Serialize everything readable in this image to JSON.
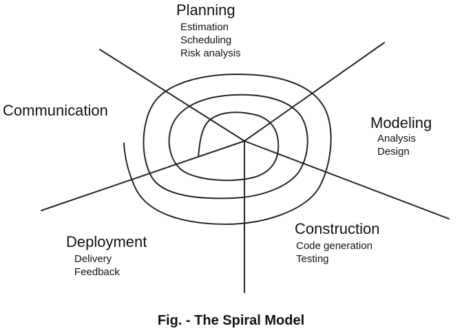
{
  "activities": {
    "planning": {
      "title": "Planning",
      "items": [
        "Estimation",
        "Scheduling",
        "Risk analysis"
      ]
    },
    "communication": {
      "title": "Communication"
    },
    "modeling": {
      "title": "Modeling",
      "items": [
        "Analysis",
        "Design"
      ]
    },
    "construction": {
      "title": "Construction",
      "items": [
        "Code generation",
        "Testing"
      ]
    },
    "deployment": {
      "title": "Deployment",
      "items": [
        "Delivery",
        "Feedback"
      ]
    }
  },
  "caption": "Fig. - The Spiral Model",
  "colors": {
    "line": "#222222",
    "text": "#111111",
    "background": "#ffffff"
  }
}
